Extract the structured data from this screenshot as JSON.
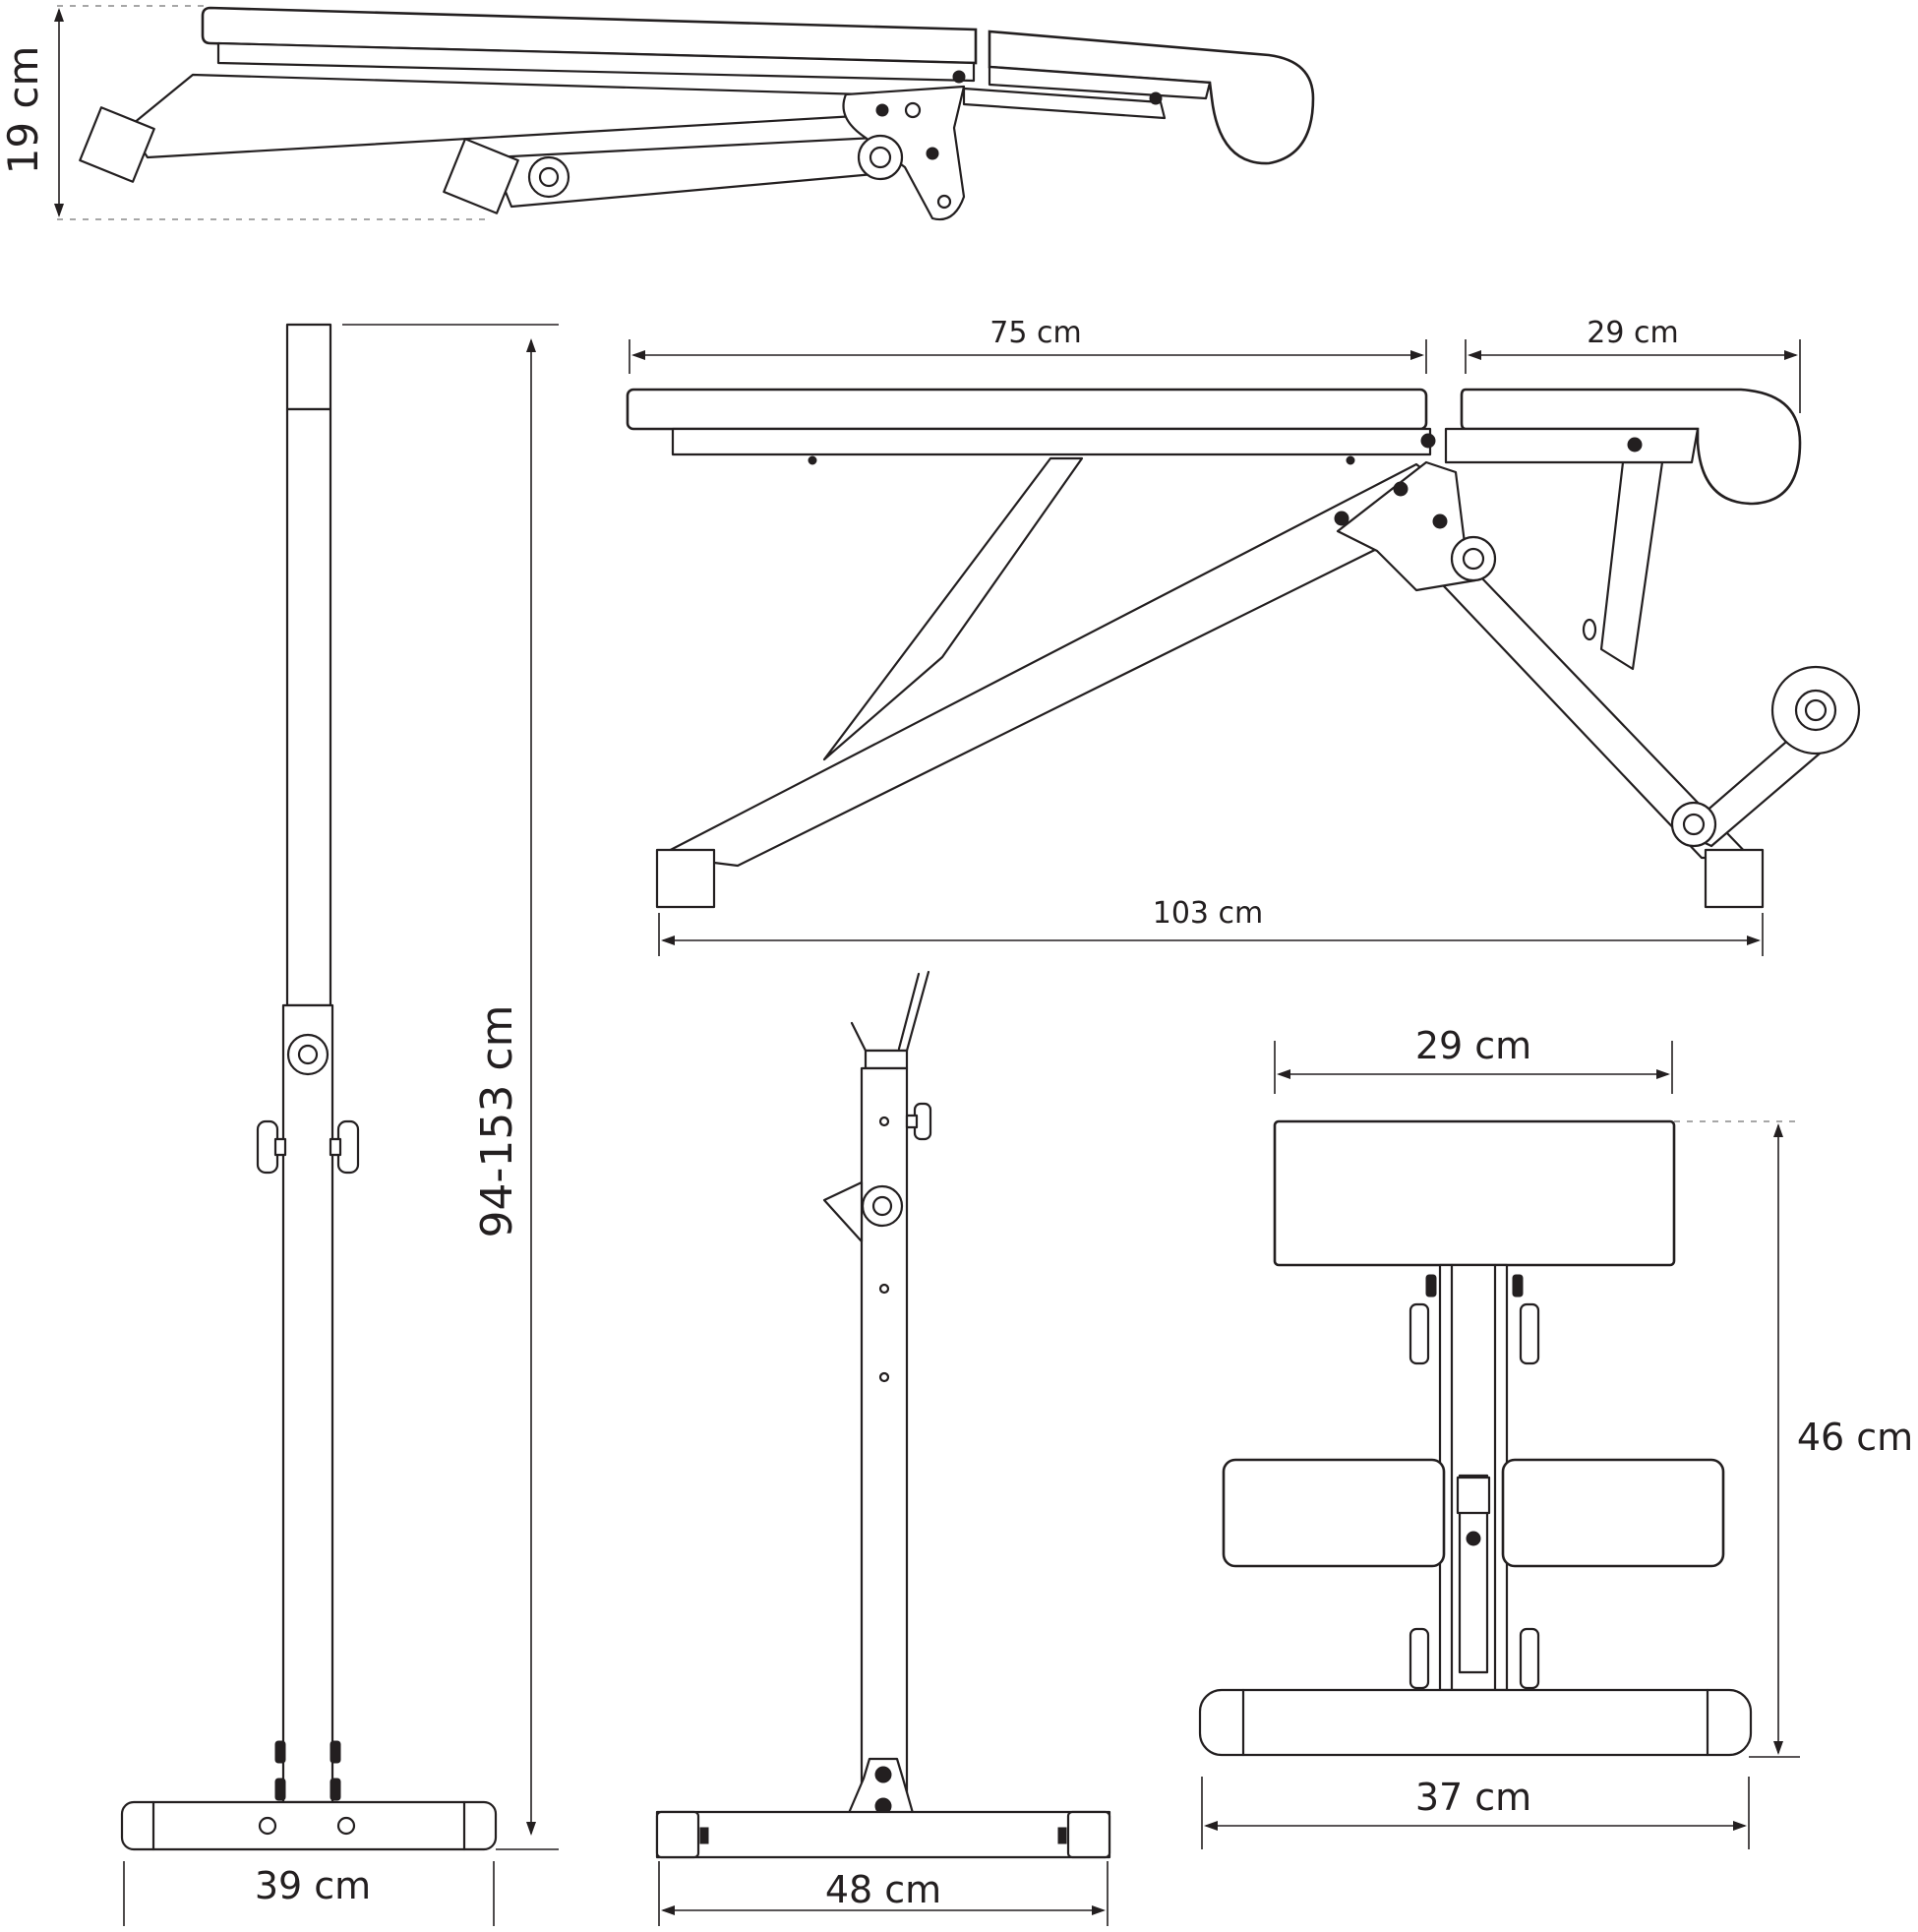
{
  "colors": {
    "ink": "#231f20",
    "paper": "#ffffff",
    "guide": "#8a8a8a"
  },
  "dimensions": {
    "folded_height": "19 cm",
    "seat_length": "75 cm",
    "back_pad_length": "29 cm",
    "total_length": "103 cm",
    "height_range": "94-153 cm",
    "side_base_width": "39 cm",
    "rear_base_width": "48 cm",
    "front_pad_width": "29 cm",
    "front_height": "46 cm",
    "front_base_width": "37 cm"
  }
}
